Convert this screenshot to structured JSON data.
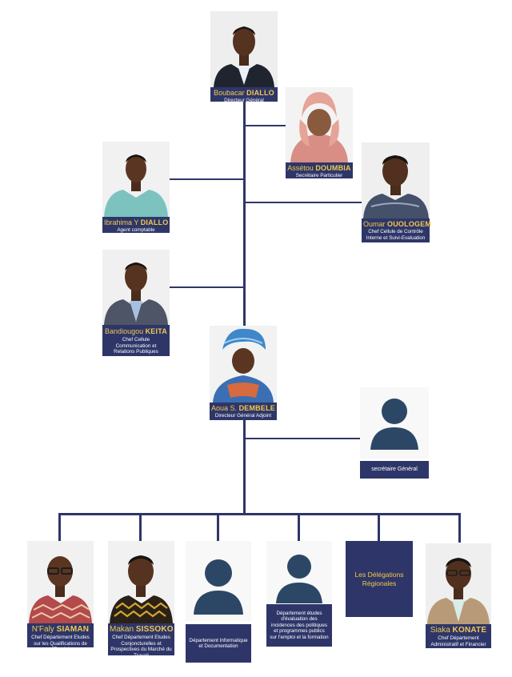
{
  "people": {
    "dg": {
      "first": "Boubacar",
      "last": "DIALLO",
      "role": "Directeur Général"
    },
    "secpart": {
      "first": "Assétou",
      "last": "DOUMBIA",
      "role": "Secrétaire Particulier"
    },
    "compta": {
      "first": "Ibrahima Y",
      "last": "DIALLO",
      "role": "Agent comptable"
    },
    "controle": {
      "first": "Oumar",
      "last": "OUOLOGEM",
      "role": "Chef Cellule de Contrôle Interne et Suivi-Evaluation"
    },
    "comm": {
      "first": "Bandiougou",
      "last": "KEITA",
      "role": "Chef Cellule Communication et Relations Publiques"
    },
    "dga": {
      "first": "Aoua S.",
      "last": "DEMBELE",
      "role": "Directeur Général Adjoint"
    },
    "siaman": {
      "first": "N'Faly",
      "last": "SIAMAN",
      "role": "Chef Département Etudes sur les Qualifications de l'Emploi"
    },
    "sissoko": {
      "first": "Makan",
      "last": "SISSOKO",
      "role": "Chef Département Etudes Conjoncturelles et Prospectives du Marché du Travail"
    },
    "konate": {
      "first": "Siaka",
      "last": "KONATE",
      "role": "Chef Département Administratif et Financier"
    }
  },
  "placeholders": {
    "secgen": "secrétaire Général",
    "info": "Département Informatique et Documentation",
    "eval": "Département études d'évaluation des incidences des politiques et programmes publics sur l'emploi et la formation"
  },
  "delegations": "Les Délégations Régionales",
  "colors": {
    "navy": "#2e3669",
    "gold": "#f2c94c",
    "placeholder_icon": "#2c4766"
  }
}
